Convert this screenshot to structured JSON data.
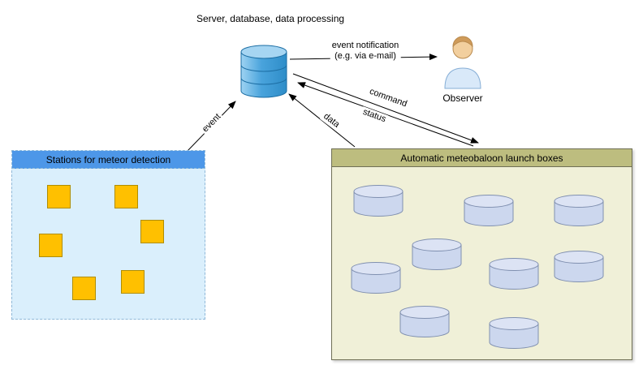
{
  "diagram": {
    "server_label": "Server, database, data processing",
    "observer_label": "Observer",
    "arrows": {
      "event": "event",
      "notification_line1": "event notification",
      "notification_line2": "(e.g. via e-mail)",
      "command": "command",
      "status": "status",
      "data": "data"
    },
    "stations_box_title": "Stations for meteor detection",
    "launch_box_title": "Automatic meteobaloon launch boxes",
    "icons": {
      "database": "database-icon",
      "observer": "person-icon",
      "station": "meteor-station-square-icon",
      "launcher": "launch-box-cylinder-icon",
      "arrowhead": "arrowhead-icon"
    },
    "colors": {
      "stations_header": "#4d97e8",
      "stations_body": "#daeffc",
      "station_square": "#ffc000",
      "launch_header": "#bdbd7f",
      "launch_body": "#f0f0d8",
      "cylinder_fill": "#ccd7ee",
      "database_blue": "#49a3dc"
    }
  }
}
